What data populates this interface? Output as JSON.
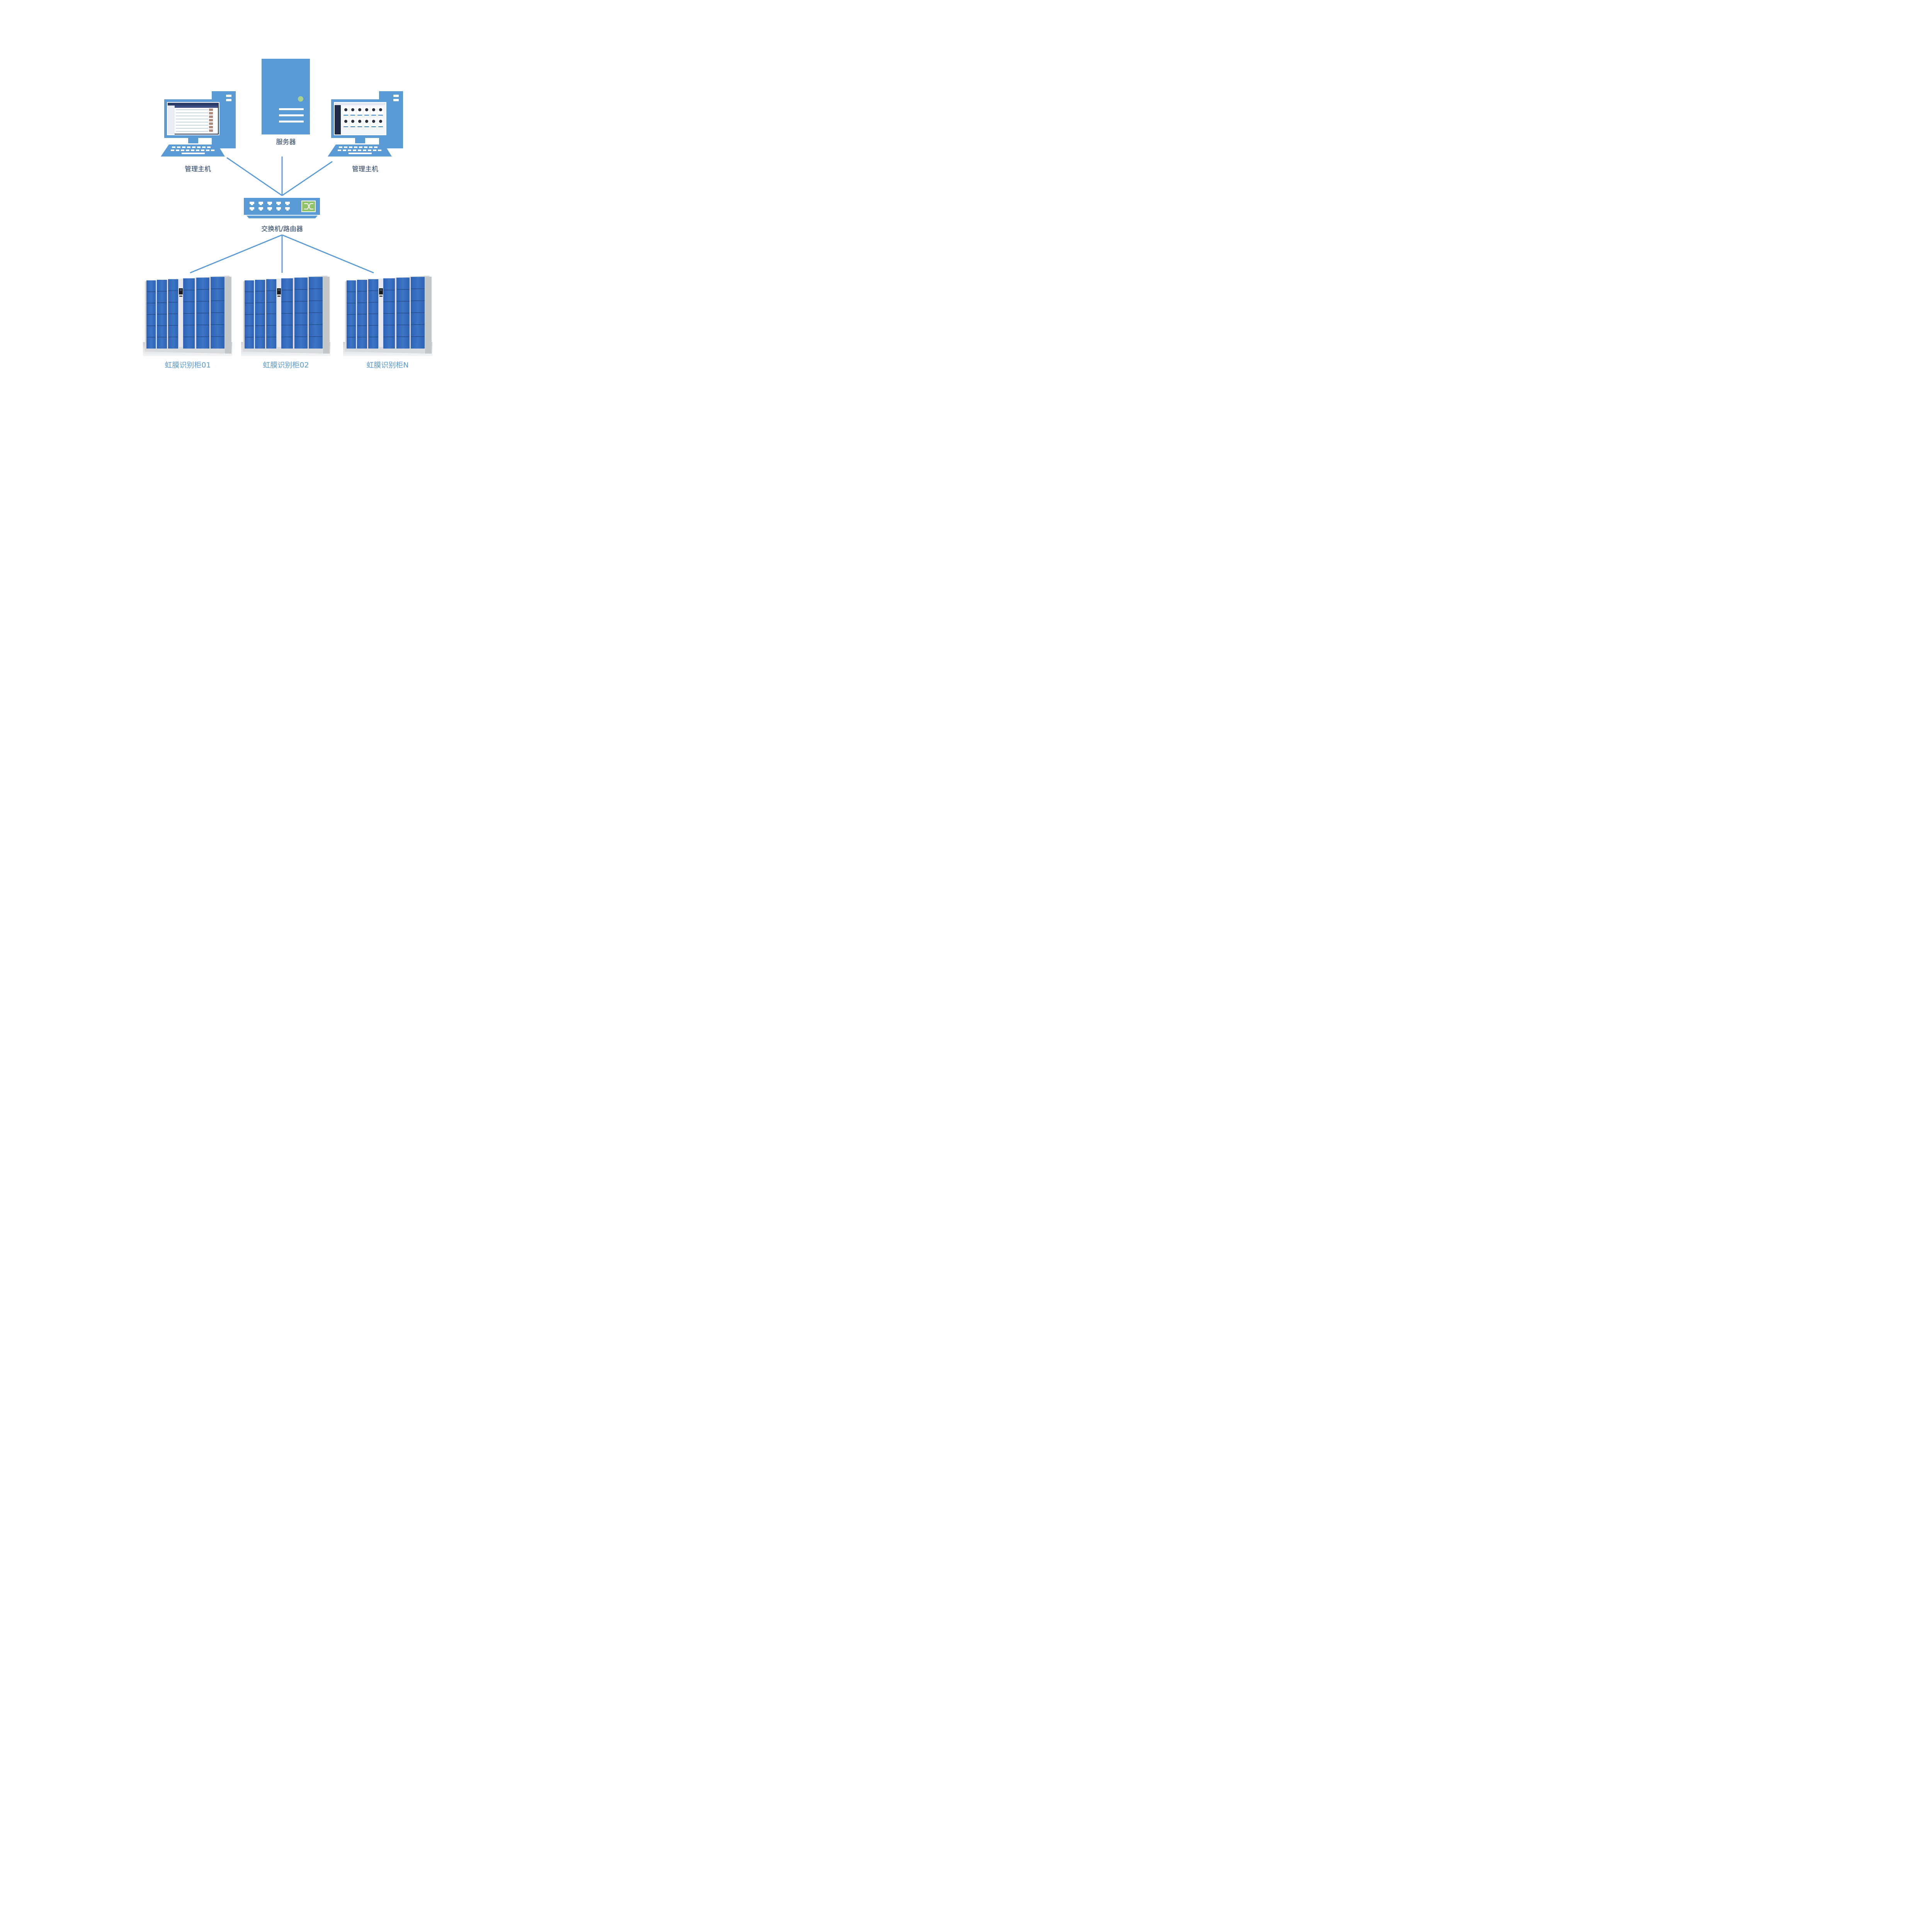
{
  "nodes": {
    "server": {
      "label": "服务器"
    },
    "host_left": {
      "label": "管理主机"
    },
    "host_right": {
      "label": "管理主机"
    },
    "switch": {
      "label": "交换机/路由器"
    },
    "cabinets": [
      {
        "label": "虹膜识别柜01"
      },
      {
        "label": "虹膜识别柜02"
      },
      {
        "label": "虹膜识别柜N"
      }
    ]
  },
  "colors": {
    "device_blue": "#5b9bd5",
    "label_dark": "#1f3864",
    "label_blue": "#5b9bd5",
    "cabinet_door": "#3a6fc0",
    "cabinet_frame": "#d8dadc",
    "accent_green": "#a9d18e",
    "switch_icon_green": "#8fc46b"
  },
  "icons": [
    "server-icon",
    "desktop-computer-icon",
    "network-switch-icon",
    "iris-locker-cabinet-icon"
  ]
}
